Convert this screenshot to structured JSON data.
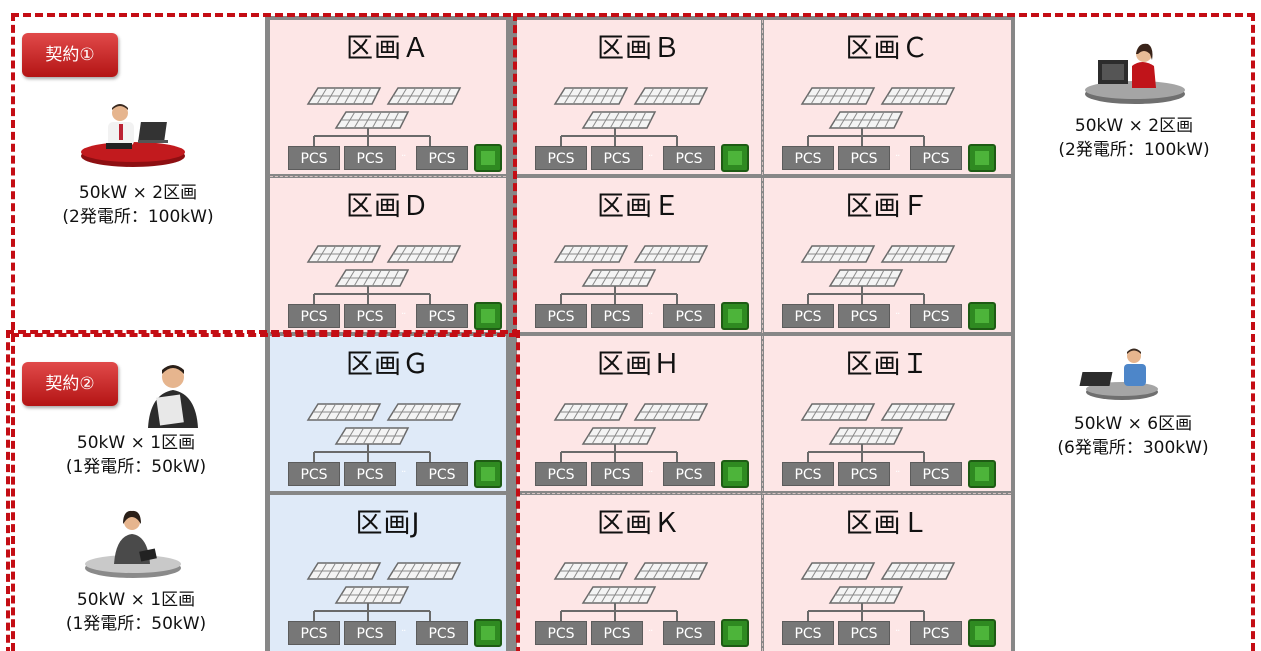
{
  "contracts": [
    {
      "label": "契約①",
      "capacity": "50kW × 2区画",
      "plants": "(2発電所：100kW)"
    },
    {
      "label": "契約②"
    }
  ],
  "customers": {
    "upper_right": {
      "capacity": "50kW × 2区画",
      "plants": "(2発電所：100kW)"
    },
    "middle_right": {
      "capacity": "50kW × 6区画",
      "plants": "(6発電所：300kW)"
    },
    "contract2_a": {
      "capacity": "50kW × 1区画",
      "plants": "(1発電所：50kW)"
    },
    "contract2_b": {
      "capacity": "50kW × 1区画",
      "plants": "(1発電所：50kW)"
    }
  },
  "sections": [
    {
      "id": "A",
      "title": "区画Ａ",
      "color": "#fde6e6"
    },
    {
      "id": "B",
      "title": "区画Ｂ",
      "color": "#fde6e6"
    },
    {
      "id": "C",
      "title": "区画Ｃ",
      "color": "#fde6e6"
    },
    {
      "id": "D",
      "title": "区画Ｄ",
      "color": "#fde6e6"
    },
    {
      "id": "E",
      "title": "区画Ｅ",
      "color": "#fde6e6"
    },
    {
      "id": "F",
      "title": "区画Ｆ",
      "color": "#fde6e6"
    },
    {
      "id": "G",
      "title": "区画Ｇ",
      "color": "#dfeaf8"
    },
    {
      "id": "H",
      "title": "区画Ｈ",
      "color": "#fde6e6"
    },
    {
      "id": "I",
      "title": "区画Ｉ",
      "color": "#fde6e6"
    },
    {
      "id": "J",
      "title": "区画J",
      "color": "#dfeaf8"
    },
    {
      "id": "K",
      "title": "区画Ｋ",
      "color": "#fde6e6"
    },
    {
      "id": "L",
      "title": "区画Ｌ",
      "color": "#fde6e6"
    }
  ],
  "pcs_label": "PCS",
  "colors": {
    "contract_border": "#c40d14",
    "divider": "#878787",
    "meter": "#2f8a21"
  }
}
